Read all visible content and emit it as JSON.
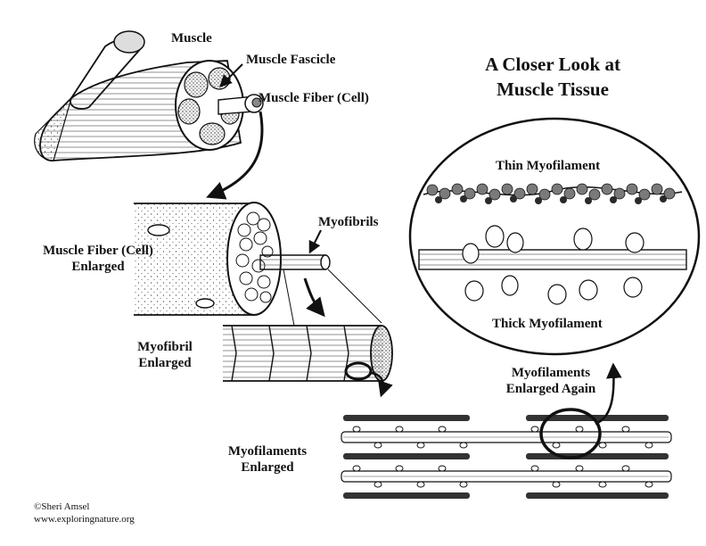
{
  "title": {
    "line1": "A Closer Look at",
    "line2": "Muscle Tissue"
  },
  "labels": {
    "muscle": "Muscle",
    "muscle_fascicle": "Muscle Fascicle",
    "muscle_fiber_cell": "Muscle Fiber (Cell)",
    "fiber_enlarged_line1": "Muscle Fiber (Cell)",
    "fiber_enlarged_line2": "Enlarged",
    "myofibrils": "Myofibrils",
    "myofibril_enlarged_line1": "Myofibril",
    "myofibril_enlarged_line2": "Enlarged",
    "myofilaments_enlarged_line1": "Myofilaments",
    "myofilaments_enlarged_line2": "Enlarged",
    "myofilaments_again_line1": "Myofilaments",
    "myofilaments_again_line2": "Enlarged Again",
    "thin_myofilament": "Thin Myofilament",
    "thick_myofilament": "Thick Myofilament"
  },
  "credit": {
    "author": "©Sheri Amsel",
    "site": "www.exploringnature.org"
  },
  "colors": {
    "ink": "#111111",
    "paper": "#ffffff",
    "bead_dark": "#2a2a2a",
    "bead_mid": "#7a7a7a"
  }
}
